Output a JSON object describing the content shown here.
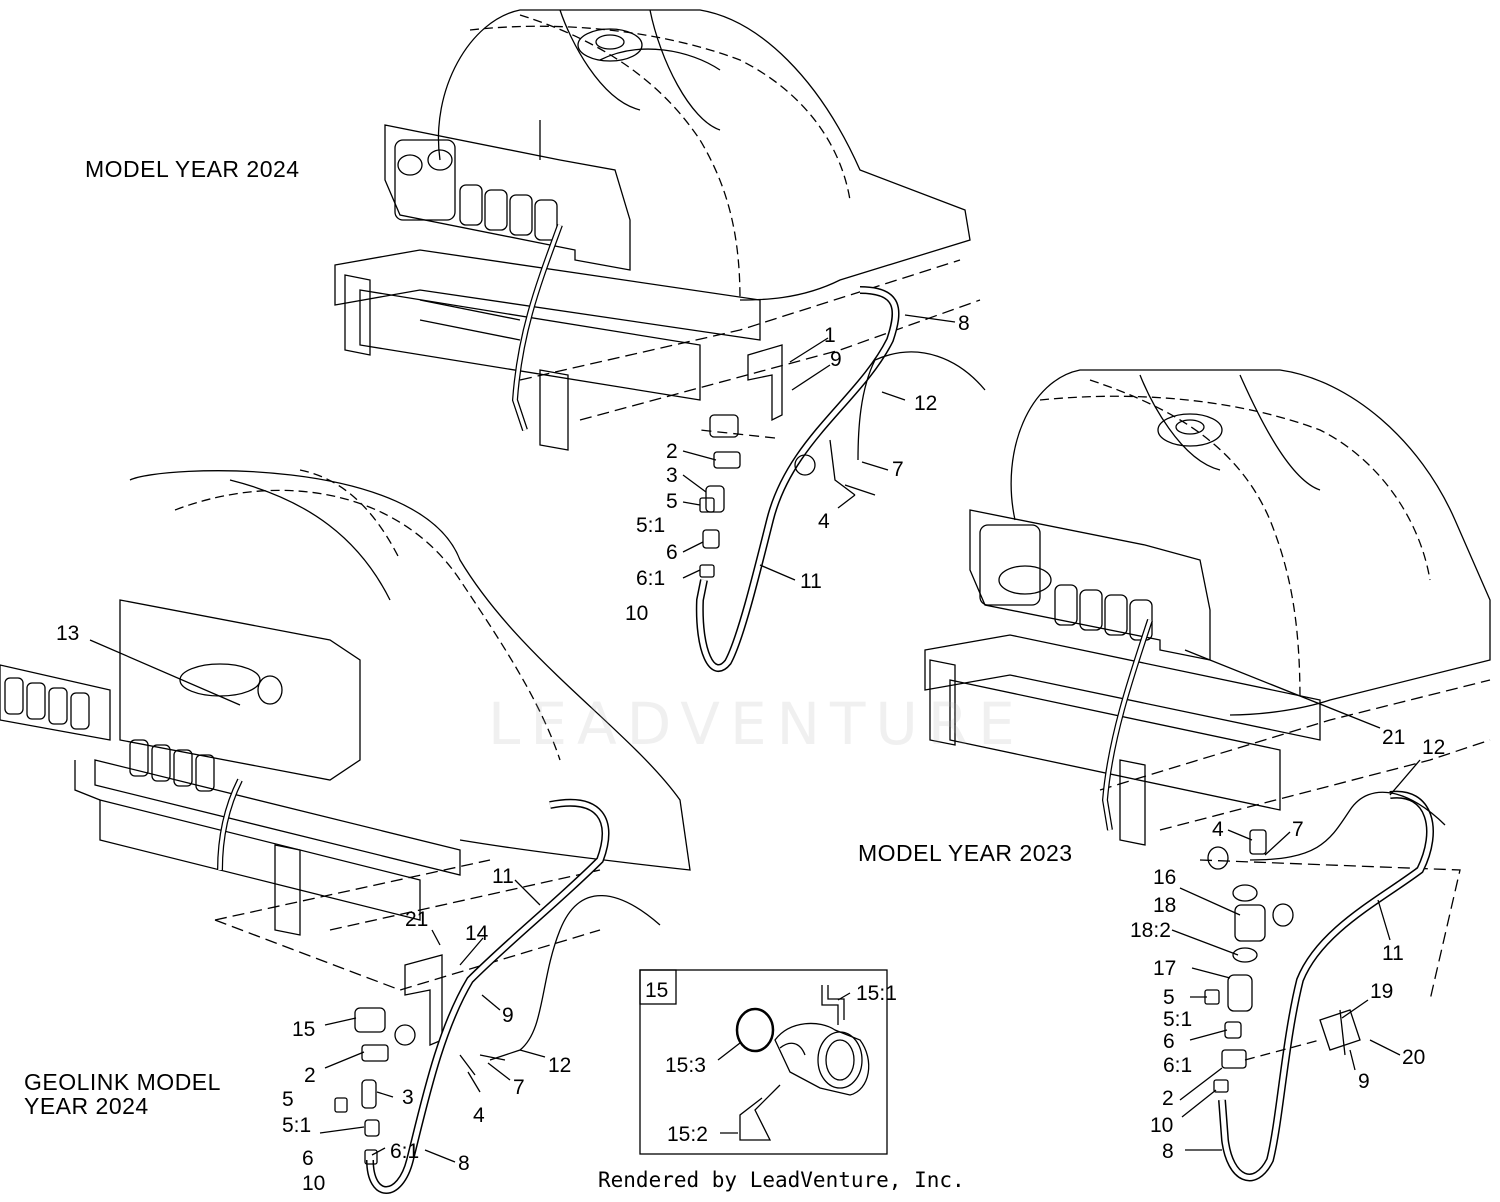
{
  "headings": {
    "model_2024": "MODEL YEAR 2024",
    "model_2023": "MODEL YEAR 2023",
    "geolink_line1": "GEOLINK MODEL",
    "geolink_line2": "YEAR 2024"
  },
  "watermark": "LEADVENTURE",
  "footer": "Rendered by LeadVenture, Inc.",
  "callouts_2024": [
    "1",
    "9",
    "8",
    "12",
    "7",
    "4",
    "2",
    "3",
    "5",
    "5:1",
    "6",
    "6:1",
    "10",
    "11"
  ],
  "callouts_geolink": [
    "13",
    "11",
    "21",
    "14",
    "15",
    "9",
    "12",
    "7",
    "4",
    "2",
    "3",
    "5",
    "5:1",
    "6",
    "6:1",
    "10",
    "8"
  ],
  "callouts_2023": [
    "21",
    "12",
    "4",
    "7",
    "16",
    "18",
    "18:2",
    "17",
    "11",
    "19",
    "5",
    "5:1",
    "6",
    "6:1",
    "20",
    "9",
    "2",
    "10",
    "8"
  ],
  "inset": {
    "number": "15",
    "callouts": [
      "15:1",
      "15:3",
      "15:2"
    ]
  },
  "colors": {
    "line": "#000000",
    "dashed": "#555555"
  }
}
